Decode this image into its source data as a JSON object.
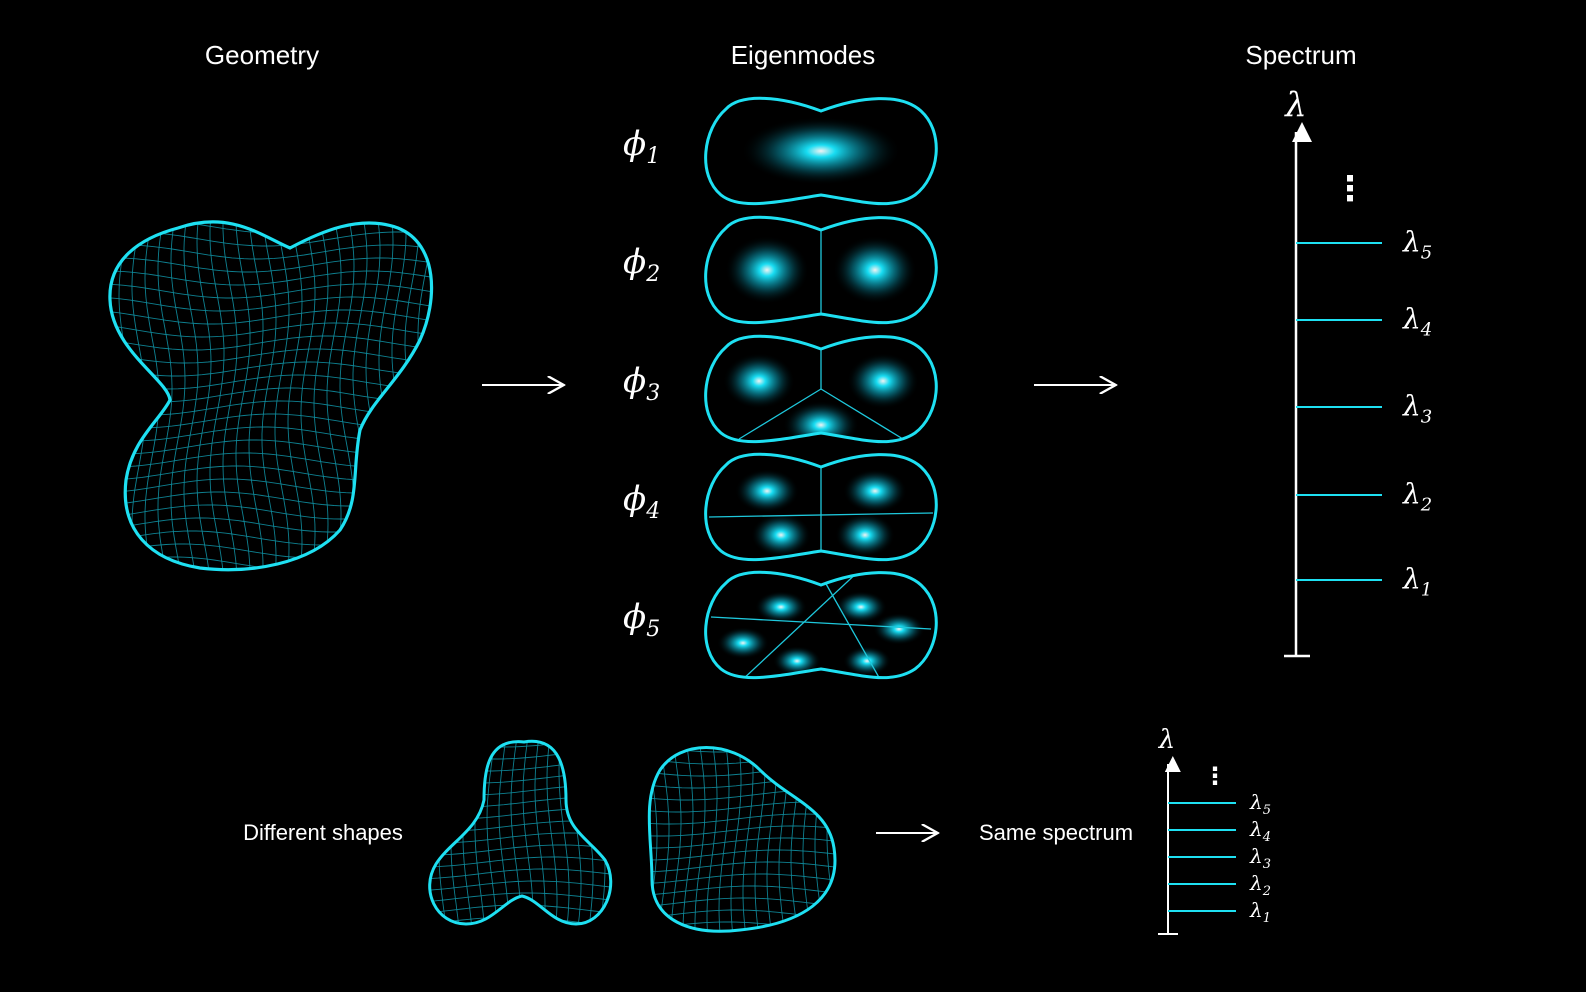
{
  "colors": {
    "background": "#000000",
    "accent": "#1ee0f2",
    "mesh": "#0f8ea0",
    "text": "#ffffff"
  },
  "headers": {
    "geometry": "Geometry",
    "eigenmodes": "Eigenmodes",
    "spectrum": "Spectrum"
  },
  "modes": [
    {
      "sym": "ϕ",
      "sub": "1"
    },
    {
      "sym": "ϕ",
      "sub": "2"
    },
    {
      "sym": "ϕ",
      "sub": "3"
    },
    {
      "sym": "ϕ",
      "sub": "4"
    },
    {
      "sym": "ϕ",
      "sub": "5"
    }
  ],
  "spectrum": {
    "axis_symbol": "λ",
    "ellipsis": "⋮",
    "levels": [
      {
        "sym": "λ",
        "sub": "5"
      },
      {
        "sym": "λ",
        "sub": "4"
      },
      {
        "sym": "λ",
        "sub": "3"
      },
      {
        "sym": "λ",
        "sub": "2"
      },
      {
        "sym": "λ",
        "sub": "1"
      }
    ]
  },
  "bottom": {
    "left_label": "Different shapes",
    "right_label": "Same spectrum",
    "axis_symbol": "λ",
    "ellipsis": "⋮",
    "levels": [
      {
        "sym": "λ",
        "sub": "5"
      },
      {
        "sym": "λ",
        "sub": "4"
      },
      {
        "sym": "λ",
        "sub": "3"
      },
      {
        "sym": "λ",
        "sub": "2"
      },
      {
        "sym": "λ",
        "sub": "1"
      }
    ]
  },
  "icons": {
    "arrow": "right-arrow-icon"
  }
}
